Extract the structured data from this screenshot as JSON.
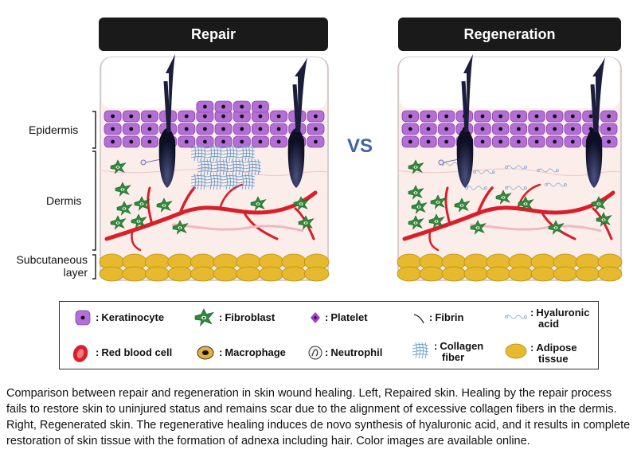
{
  "panels": {
    "left_title": "Repair",
    "right_title": "Regeneration",
    "vs_label": "VS"
  },
  "layers": {
    "epidermis": "Epidermis",
    "dermis": "Dermis",
    "subcutaneous_line1": "Subcutaneous",
    "subcutaneous_line2": "layer"
  },
  "legend": {
    "separator": ":",
    "keratinocyte": "Keratinocyte",
    "fibroblast": "Fibroblast",
    "platelet": "Platelet",
    "fibrin": "Fibrin",
    "hyaluronic_line1": "Hyaluronic",
    "hyaluronic_line2": "acid",
    "red_blood_cell": "Red blood cell",
    "macrophage": "Macrophage",
    "neutrophil": "Neutrophil",
    "collagen_line1": "Collagen",
    "collagen_line2": "fiber",
    "adipose_line1": "Adipose",
    "adipose_line2": "tissue"
  },
  "caption": "Comparison between repair and regeneration in skin wound healing. Left, Repaired skin. Healing by the repair process fails to restore skin to uninjured status and remains scar due to the alignment of excessive collagen fibers in the dermis. Right, Regenerated skin. The regenerative healing induces de novo synthesis of hyaluronic acid, and it results in complete restoration of skin tissue with the formation of adnexa including hair. Color images are available online.",
  "colors": {
    "keratinocyte": "#b36fd6",
    "fibroblast": "#2f8a3a",
    "blood_vessel": "#d81f2a",
    "adipose": "#e6b92f",
    "hair": "#1b1e3a",
    "dermis_bg": "#fbeeea",
    "vs": "#3f62a8"
  }
}
